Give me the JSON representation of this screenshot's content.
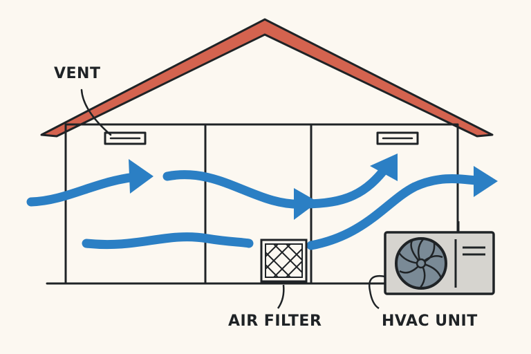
{
  "labels": {
    "vent": "VENT",
    "air_filter": "AIR FILTER",
    "hvac_unit": "HVAC UNIT"
  },
  "colors": {
    "background": "#fcf8f1",
    "roof": "#d4634f",
    "airflow": "#2b7fc4",
    "outline": "#1f2326",
    "hvac_body": "#d6d4cf",
    "fan": "#7a8a96"
  }
}
